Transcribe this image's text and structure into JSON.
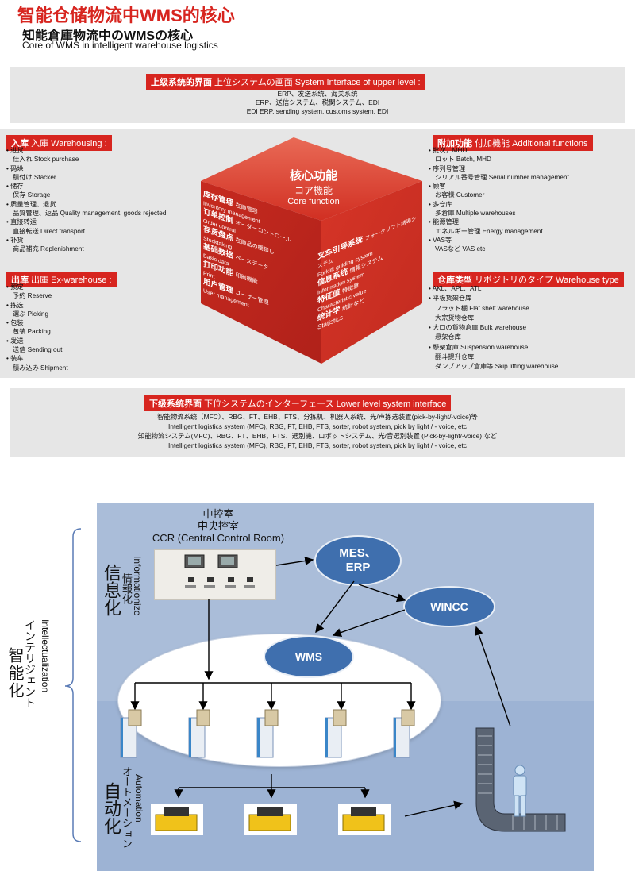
{
  "titles": {
    "zh": "智能仓储物流中WMS的核心",
    "jp": "知能倉庫物流中のWMSの核心",
    "en": "Core of WMS in intelligent warehouse logistics"
  },
  "upper": {
    "label_zh": "上级系统的界面",
    "label_rest": " 上位システムの画面 System Interface of upper level :",
    "lines": [
      "ERP、发送系统、海关系统",
      "ERP、送信システム、税関システム、EDI",
      "EDI ERP, sending system, customs system, EDI"
    ]
  },
  "warehousing": {
    "label_zh": "入库",
    "label_rest": " 入庫 Warehousing :",
    "items": [
      {
        "zh": "进货",
        "sub": "仕入れ Stock purchase"
      },
      {
        "zh": "码垛",
        "sub": "積付け Stacker"
      },
      {
        "zh": "储存",
        "sub": "保存 Storage"
      },
      {
        "zh": "质量管理、退货",
        "sub": "品質管理、返品 Quality management, goods rejected"
      },
      {
        "zh": "直接转运",
        "sub": "直接転送 Direct transport"
      },
      {
        "zh": "补货",
        "sub": "商品補充 Replenishment"
      }
    ]
  },
  "exwarehouse": {
    "label_zh": "出库",
    "label_rest": " 出庫 Ex-warehouse :",
    "items": [
      {
        "zh": "预定",
        "sub": "予約 Reserve"
      },
      {
        "zh": "拣选",
        "sub": "選ぶ Picking"
      },
      {
        "zh": "包装",
        "sub": "包装 Packing"
      },
      {
        "zh": "发送",
        "sub": "送信 Sending out"
      },
      {
        "zh": "装车",
        "sub": "積み込み Shipment"
      }
    ]
  },
  "additional": {
    "label_zh": "附加功能",
    "label_rest": " 付加機能 Additional functions",
    "items": [
      {
        "zh": "批次，MHD",
        "sub": "ロット Batch, MHD"
      },
      {
        "zh": "序列号管理",
        "sub": "シリアル番号管理 Serial number management"
      },
      {
        "zh": "顾客",
        "sub": "お客様 Customer"
      },
      {
        "zh": "多仓库",
        "sub": "多倉庫 Multiple warehouses"
      },
      {
        "zh": "能源管理",
        "sub": "エネルギー管理 Energy management"
      },
      {
        "zh": "VAS等",
        "sub": "VASなど VAS etc"
      }
    ]
  },
  "warehouse_type": {
    "label_zh": "仓库类型",
    "label_rest": " リポジトリのタイプ Warehouse type",
    "items": [
      {
        "b": "AKL、APL、ATL"
      },
      {
        "b": "平板货架仓库"
      },
      {
        "s": "フラット棚 Flat shelf warehouse"
      },
      {
        "s": "大宗货物仓库"
      },
      {
        "b": "大口の貨物倉庫 Bulk warehouse"
      },
      {
        "s": "悬架仓库"
      },
      {
        "b": "懸架倉庫 Suspension warehouse"
      },
      {
        "s": "翻斗提升仓库"
      },
      {
        "s": "ダンプアップ倉庫等 Skip lifting warehouse"
      }
    ]
  },
  "cube": {
    "top_zh": "核心功能",
    "top_jp": "コア機能",
    "top_en": "Core function",
    "left_lines": [
      {
        "zh": "库存管理",
        "jp": "在庫管理",
        "en": "Inventory management"
      },
      {
        "zh": "订单控制",
        "jp": "オーダーコントロール",
        "en": "Order control"
      },
      {
        "zh": "存货盘点",
        "jp": "在庫品の棚卸し",
        "en": "Stocktaking"
      },
      {
        "zh": "基础数据",
        "jp": "ベースデータ",
        "en": "Basic data"
      },
      {
        "zh": "打印功能",
        "jp": "印刷機能",
        "en": "Print"
      },
      {
        "zh": "用户管理",
        "jp": "ユーザー管理",
        "en": "User management"
      }
    ],
    "right_lines": [
      {
        "zh": "叉车引导系统",
        "jp": "フォークリフト誘導システム",
        "en": "Forklift guiding system"
      },
      {
        "zh": "信息系统",
        "jp": "情報システム",
        "en": "Information system"
      },
      {
        "zh": "特征值",
        "jp": "特徴量",
        "en": "Characteristic value"
      },
      {
        "zh": "统计学",
        "jp": "統計など",
        "en": "Statistics"
      }
    ]
  },
  "lower": {
    "label_zh": "下级系统界面",
    "label_rest": " 下位システムのインターフェース Lower level system interface",
    "lines": [
      "智能物流系统（MFC）、RBG、FT、EHB、FTS、分拣机、机器人系统、光/声拣选装置(pick-by-light/-voice)等",
      "Intelligent logistics system (MFC), RBG, FT, EHB, FTS, sorter, robot system, pick by light / - voice, etc",
      "知能物流システム(MFC)、RBG、FT、EHB、FTS、選別機、ロボットシステム、光/音選別装置 (Pick-by-light/-voice) など",
      "Intelligent logistics system (MFC), RBG, FT, EHB, FTS, sorter, robot system, pick by light / - voice, etc"
    ]
  },
  "diagram": {
    "ccr_zh": "中控室",
    "ccr_jp": "中央控室",
    "ccr_en": "CCR (Central Control Room)",
    "mes_line1": "MES、",
    "mes_line2": "ERP",
    "wincc": "WINCC",
    "wms": "WMS",
    "info_zh": "信息化",
    "info_jp": "情報化",
    "info_en": "Informationize",
    "auto_zh": "自动化",
    "auto_jp": "オートメーション",
    "auto_en": "Automation",
    "intel_zh": "智能化",
    "intel_jp": "インテリジェント",
    "intel_en": "Intellectualization"
  }
}
